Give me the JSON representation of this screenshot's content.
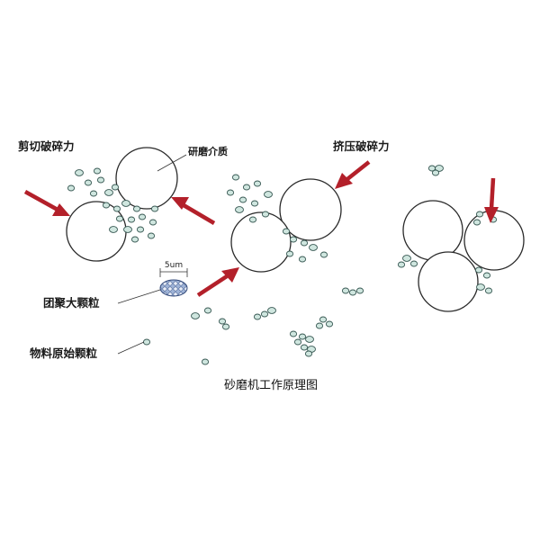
{
  "labels": {
    "shear": "剪切破碎力",
    "medium": "研磨介质",
    "extrusion": "挤压破碎力",
    "agglomerate": "团聚大颗粒",
    "raw_particle": "物料原始颗粒",
    "scale": "5um"
  },
  "caption": "砂磨机工作原理图",
  "colors": {
    "arrow": "#b3202a",
    "particle_fill": "#cfe6df",
    "bead_stroke": "#2a2a2a"
  }
}
